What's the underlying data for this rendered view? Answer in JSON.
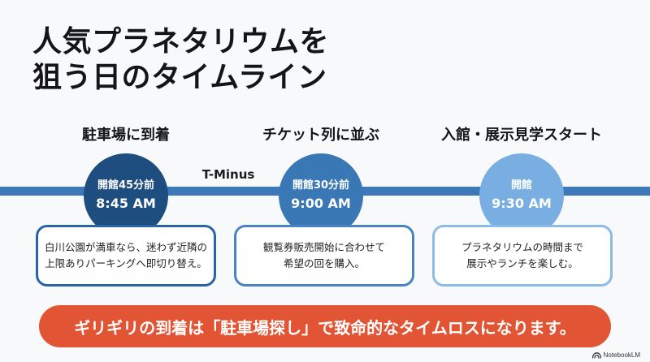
{
  "title": {
    "line1": "人気プラネタリウムを",
    "line2": "狙う日のタイムライン"
  },
  "timeline": {
    "label": "T-Minus",
    "color": "#3d78b8"
  },
  "steps": [
    {
      "title": "駐車場に到着",
      "time_label": "開館45分前",
      "time": "8:45 AM",
      "desc_line1": "白川公園が満車なら、迷わず近隣の",
      "desc_line2": "上限ありパーキングへ即切り替え。",
      "color": "#1e4d80"
    },
    {
      "title": "チケット列に並ぶ",
      "time_label": "開館30分前",
      "time": "9:00 AM",
      "desc_line1": "観覧券販売開始に合わせて",
      "desc_line2": "希望の回を購入。",
      "color": "#3a78b5"
    },
    {
      "title": "入館・展示見学スタート",
      "time_label": "開館",
      "time": "9:30 AM",
      "desc_line1": "プラネタリウムの時間まで",
      "desc_line2": "展示やランチを楽しむ。",
      "color": "#78aee2"
    }
  ],
  "banner": {
    "text": "ギリギリの到着は「駐車場探し」で致命的なタイムロスになります。",
    "color": "#e25534"
  },
  "watermark": {
    "text": "NotebookLM",
    "icon": "notebooklm-logo-icon"
  }
}
